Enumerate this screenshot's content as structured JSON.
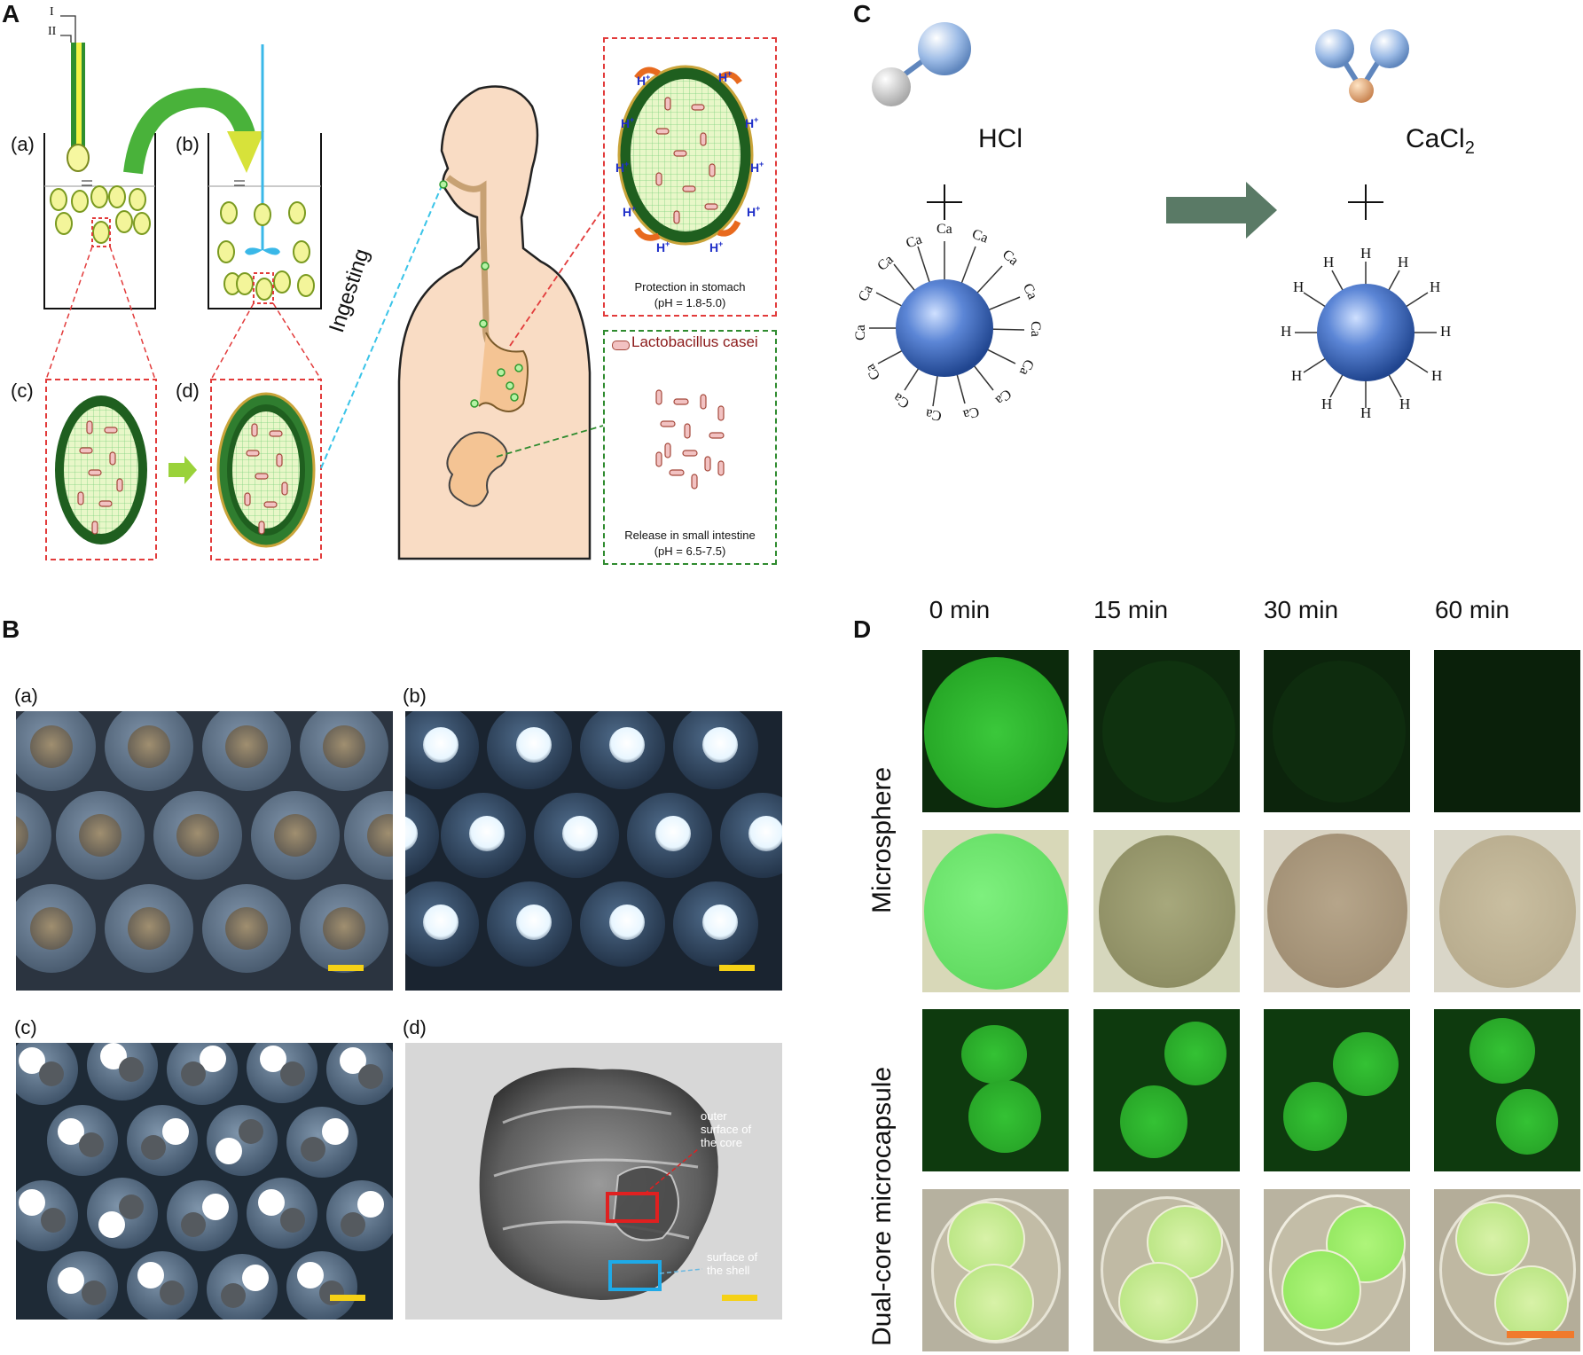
{
  "panels": {
    "A": {
      "letter": "A",
      "markers": {
        "i": "I",
        "ii": "II"
      },
      "sublabels": {
        "a": "(a)",
        "b": "(b)",
        "c": "(c)",
        "d": "(d)"
      },
      "ingesting": "Ingesting",
      "stomach_caption": [
        "Protection in stomach",
        "(pH = 1.8-5.0)"
      ],
      "hplus": "H",
      "bacteria_label": "Lactobacillus casei",
      "intestine_caption": [
        "Release in small intestine",
        "(pH = 6.5-7.5)"
      ]
    },
    "B": {
      "letter": "B",
      "sublabels": {
        "a": "(a)",
        "b": "(b)",
        "c": "(c)",
        "d": "(d)"
      },
      "annot_core": [
        "outer",
        "surface of",
        "the core"
      ],
      "annot_shell": [
        "surface of",
        "the shell"
      ]
    },
    "C": {
      "letter": "C",
      "left_molecule": "HCl",
      "right_molecule": "CaCl",
      "right_subscript": "2",
      "plus": "+",
      "left_particle_atom": "Ca",
      "right_particle_atom": "H",
      "colors": {
        "arrow": "#5a7a66",
        "sphere": "#4f77c7"
      }
    },
    "D": {
      "letter": "D",
      "times": [
        "0 min",
        "15 min",
        "30 min",
        "60 min"
      ],
      "row_labels": [
        "Microsphere",
        "Dual-core microcapsule"
      ],
      "colors": {
        "scale_bar": "#f07a2c"
      }
    }
  }
}
